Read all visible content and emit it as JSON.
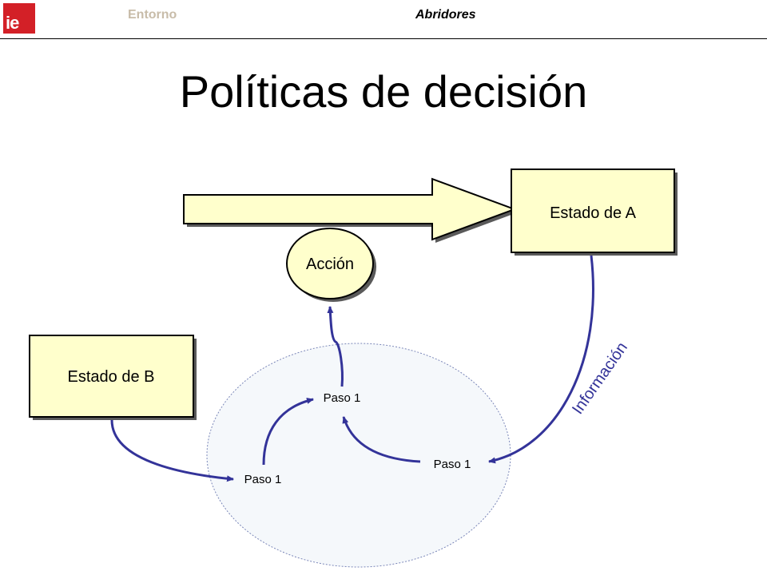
{
  "header": {
    "logo_text": "ie",
    "left_label": "Entorno",
    "right_label": "Abridores"
  },
  "title": "Políticas de decisión",
  "diagram": {
    "estado_a": "Estado de A",
    "estado_b": "Estado de B",
    "accion": "Acción",
    "informacion": "Información",
    "paso_top": "Paso 1",
    "paso_left": "Paso 1",
    "paso_right": "Paso 1"
  },
  "colors": {
    "box_fill": "#ffffcc",
    "arrow_stroke": "#333399",
    "policy_fill": "#f5f8fb",
    "info_text": "#333399",
    "header_left": "#c8bca9",
    "logo_bg": "#d32027"
  }
}
